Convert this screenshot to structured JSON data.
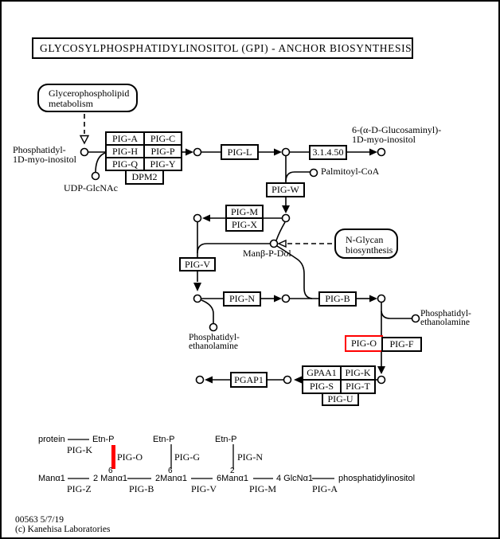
{
  "title": "GLYCOSYLPHOSPHATIDYLINOSITOL (GPI) - ANCHOR BIOSYNTHESIS",
  "pathway_links": {
    "glycerophospholipid_line1": "Glycerophospholipid",
    "glycerophospholipid_line2": "metabolism",
    "n_glycan_line1": "N-Glycan",
    "n_glycan_line2": "biosynthesis"
  },
  "compounds": {
    "phosphatidyl_inositol_line1": "Phosphatidyl-",
    "phosphatidyl_inositol_line2": "1D-myo-inositol",
    "udp_glcnac": "UDP-GlcNAc",
    "glucosaminyl_inositol_line1": "6-(α-D-Glucosaminyl)-",
    "glucosaminyl_inositol_line2": "1D-myo-inositol",
    "palmitoyl_coa": "Palmitoyl-CoA",
    "man_b_p_dol": "Manβ-P-Dol",
    "ptd_ethanolamine_line1": "Phosphatidyl-",
    "ptd_ethanolamine_line2": "ethanolamine"
  },
  "genes": {
    "pig_a": "PIG-A",
    "pig_c": "PIG-C",
    "pig_h": "PIG-H",
    "pig_p": "PIG-P",
    "pig_q": "PIG-Q",
    "pig_y": "PIG-Y",
    "dpm2": "DPM2",
    "pig_l": "PIG-L",
    "ec_3_1_4_50": "3.1.4.50",
    "pig_w": "PIG-W",
    "pig_m": "PIG-M",
    "pig_x": "PIG-X",
    "pig_v": "PIG-V",
    "pig_n": "PIG-N",
    "pig_b": "PIG-B",
    "pig_o": "PIG-O",
    "pig_f": "PIG-F",
    "gpaa1": "GPAA1",
    "pig_k": "PIG-K",
    "pig_s": "PIG-S",
    "pig_t": "PIG-T",
    "pig_u": "PIG-U",
    "pgap1": "PGAP1"
  },
  "structure": {
    "protein": "protein",
    "etn_p": "Etn-P",
    "pig_k": "PIG-K",
    "pig_o": "PIG-O",
    "pig_g": "PIG-G",
    "pig_n": "PIG-N",
    "pos_1": "6",
    "pos_2": "6",
    "pos_3": "2",
    "man_a1": "Manα1",
    "man_2_a1": "2 Manα1",
    "man2_a1": "2Manα1",
    "man6_a1": "6Manα1",
    "glcn_4": "4 GlcNα1",
    "phosphatidylinositol": "phosphatidylinositol",
    "pig_z": "PIG-Z",
    "pig_b": "PIG-B",
    "pig_v": "PIG-V",
    "pig_m": "PIG-M",
    "pig_a": "PIG-A"
  },
  "footer": {
    "map_id": "00563 5/7/19",
    "copyright": "(c) Kanehisa Laboratories"
  },
  "colors": {
    "highlight": "#ff0000",
    "line": "#000000",
    "background": "#ffffff"
  }
}
